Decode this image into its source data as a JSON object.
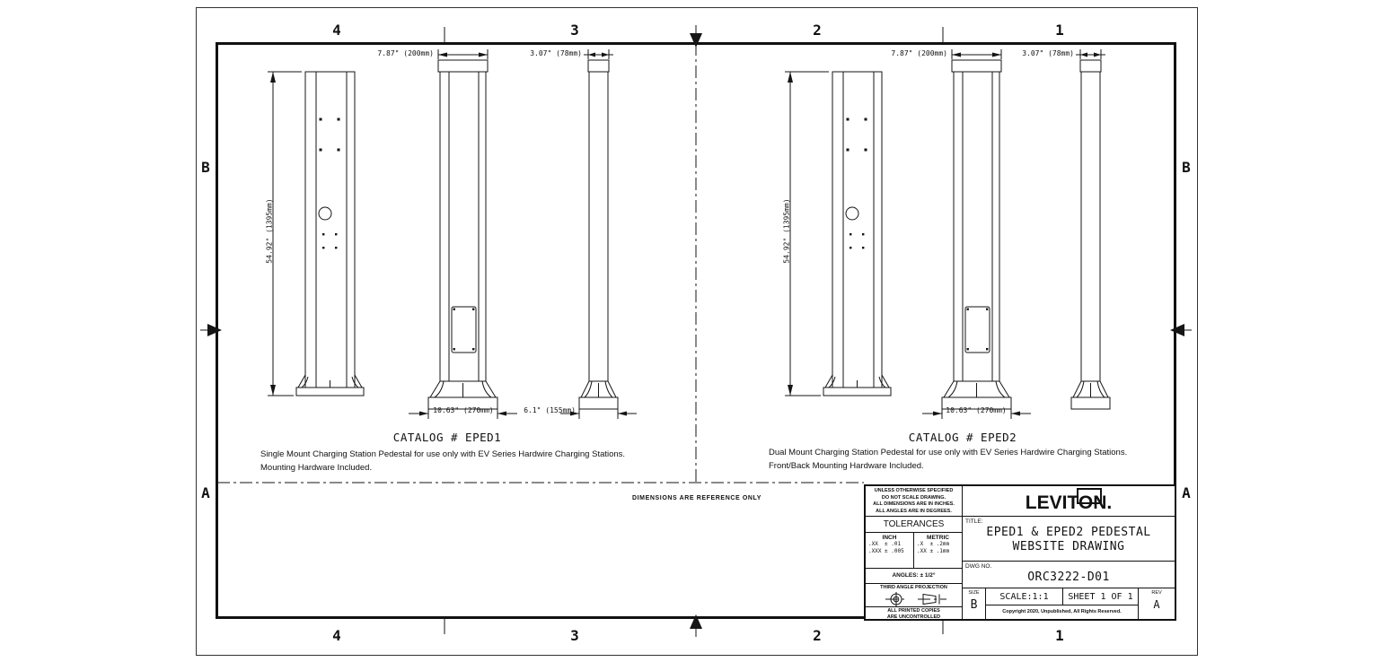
{
  "zones": {
    "cols": [
      "4",
      "3",
      "2",
      "1"
    ],
    "rows": [
      "B",
      "A"
    ]
  },
  "drawing_note": "DIMENSIONS ARE REFERENCE ONLY",
  "eped1": {
    "catalog_label": "CATALOG # EPED1",
    "description": [
      "Single Mount Charging Station Pedestal for use only with EV Series Hardwire Charging Stations.",
      "Mounting Hardware Included."
    ],
    "dims": {
      "height": "54.92\" (1395mm)",
      "width": "7.87\" (200mm)",
      "depth": "3.07\" (78mm)",
      "base_width": "10.63\" (270mm)",
      "base_depth": "6.1\" (155mm)"
    }
  },
  "eped2": {
    "catalog_label": "CATALOG # EPED2",
    "description": [
      "Dual Mount Charging Station Pedestal for use only with EV Series Hardwire Charging Stations.",
      "Front/Back Mounting Hardware Included."
    ],
    "dims": {
      "height": "54.92\" (1395mm)",
      "width": "7.87\" (200mm)",
      "depth": "3.07\" (78mm)",
      "base_width": "10.63\" (270mm)"
    }
  },
  "title_block": {
    "spec_notes": [
      "UNLESS OTHERWISE SPECIFIED",
      "DO NOT SCALE DRAWING.",
      "ALL DIMENSIONS ARE IN INCHES.",
      "ALL ANGLES ARE IN DEGREES."
    ],
    "tolerances_label": "TOLERANCES",
    "inch_header": "INCH",
    "inch_rows": [
      ".XX  ± .01",
      ".XXX ± .005"
    ],
    "metric_header": "METRIC",
    "metric_rows": [
      ".X  ± .2mm",
      ".XX ± .1mm"
    ],
    "angles": "ANGLES: ± 1/2°",
    "projection_label": "THIRD ANGLE PROJECTION",
    "uncontrolled": [
      "ALL PRINTED COPIES",
      "ARE UNCONTROLLED"
    ],
    "logo": "LEVITON.",
    "title_label": "TITLE:",
    "title_lines": [
      "EPED1 & EPED2 PEDESTAL",
      "WEBSITE DRAWING"
    ],
    "dwg_label": "DWG NO.",
    "dwg_no": "ORC3222-D01",
    "size_label": "SIZE",
    "size_value": "B",
    "scale": "SCALE:1:1",
    "sheet": "SHEET 1 OF 1",
    "copyright": "Copyright 2020, Unpublished, All Rights Reserved.",
    "rev_label": "REV",
    "rev_value": "A"
  }
}
